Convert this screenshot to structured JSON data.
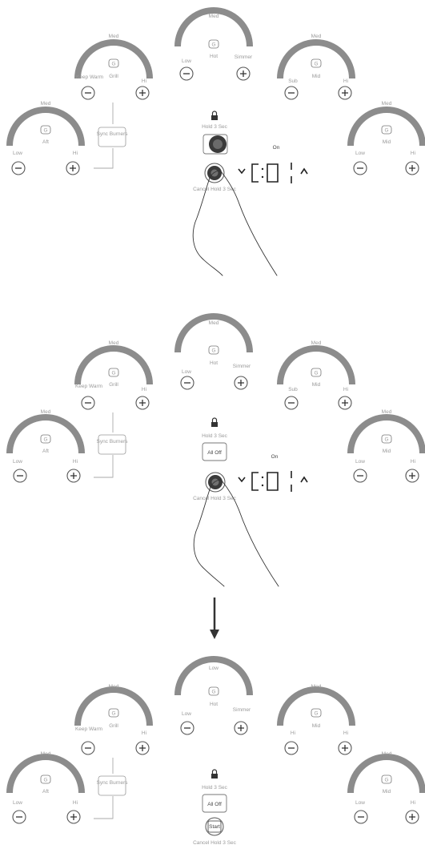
{
  "panels": [
    {
      "top": {
        "level": "Med",
        "badge": "G",
        "zone": "Hot",
        "left": "Low",
        "right": "Simmer"
      },
      "upper_left": {
        "level": "Med",
        "badge": "G",
        "zone": "Grill",
        "left": "Keep Warm",
        "right": "Hi"
      },
      "upper_right": {
        "level": "Med",
        "badge": "G",
        "zone": "Mid",
        "left": "Sub",
        "right": "Hi"
      },
      "lower_left": {
        "level": "Med",
        "badge": "G",
        "zone": "Aft",
        "left": "Low",
        "right": "Hi"
      },
      "lower_right": {
        "level": "Med",
        "badge": "G",
        "zone": "Mid",
        "left": "Low",
        "right": "Hi"
      },
      "sync": "Sync Burners",
      "hold": "Hold 3 Sec",
      "control_label": "Cancel Hold 3 Sec",
      "timer_label": "On"
    },
    {
      "top": {
        "level": "Med",
        "badge": "G",
        "zone": "Hot",
        "left": "Low",
        "right": "Simmer"
      },
      "upper_left": {
        "level": "Med",
        "badge": "G",
        "zone": "Grill",
        "left": "Keep Warm",
        "right": "Hi"
      },
      "upper_right": {
        "level": "Med",
        "badge": "G",
        "zone": "Mid",
        "left": "Sub",
        "right": "Hi"
      },
      "lower_left": {
        "level": "Med",
        "badge": "G",
        "zone": "Aft",
        "left": "Low",
        "right": "Hi"
      },
      "lower_right": {
        "level": "Med",
        "badge": "G",
        "zone": "Mid",
        "left": "Low",
        "right": "Hi"
      },
      "sync": "Sync Burners",
      "hold": "Hold 3 Sec",
      "off_button": "All Off",
      "control_label": "Cancel Hold 3 Sec",
      "timer_label": "On"
    },
    {
      "top": {
        "level": "Low",
        "badge": "G",
        "zone": "Hot",
        "left": "Low",
        "right": "Simmer"
      },
      "upper_left": {
        "level": "Med",
        "badge": "G",
        "zone": "Grill",
        "left": "Keep Warm",
        "right": "Hi"
      },
      "upper_right": {
        "level": "Med",
        "badge": "G",
        "zone": "Mid",
        "left": "Hi",
        "right": "Hi"
      },
      "lower_left": {
        "level": "Med",
        "badge": "G",
        "zone": "Aft",
        "left": "Low",
        "right": "Hi"
      },
      "lower_right": {
        "level": "Med",
        "badge": "G",
        "zone": "Mid",
        "left": "Low",
        "right": "Hi"
      },
      "sync": "Sync Burners",
      "hold": "Hold 3 Sec",
      "off_button": "All Off",
      "start_button": "Start",
      "control_label": "Cancel Hold 3 Sec"
    }
  ],
  "colors": {
    "arc": "#8c8c8c",
    "ink": "#333333",
    "muted": "#9a9a9a"
  },
  "icons": {
    "lock": "lock-icon",
    "minus": "minus-icon",
    "plus": "plus-icon",
    "arrow": "arrow-down-icon"
  }
}
